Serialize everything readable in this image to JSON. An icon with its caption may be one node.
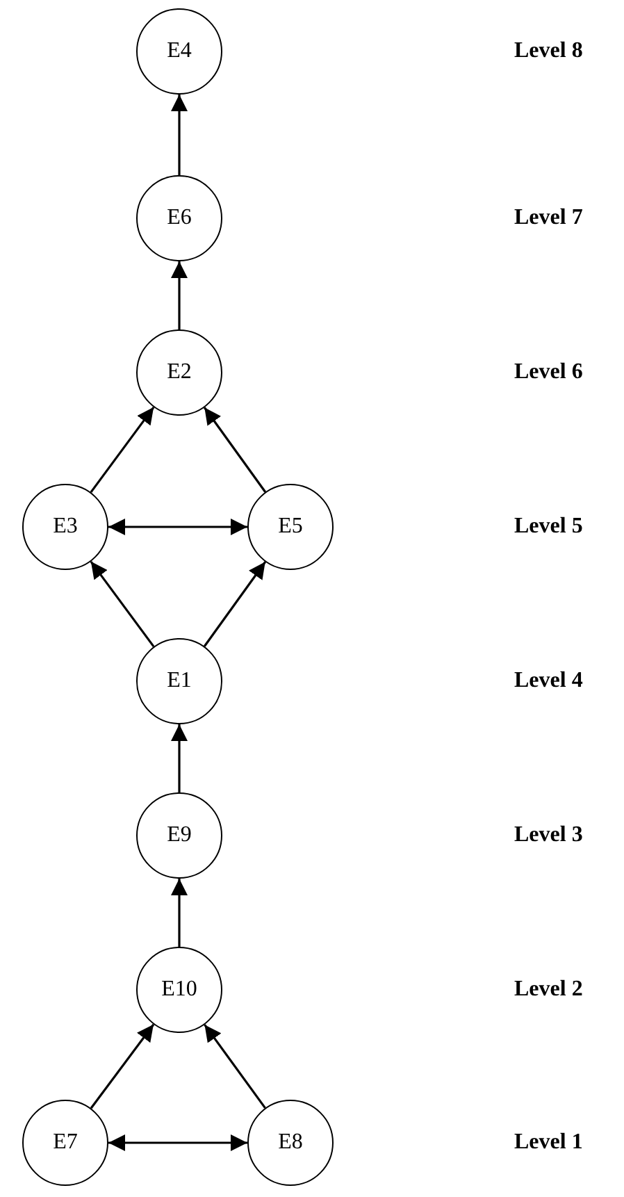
{
  "diagram": {
    "nodes": [
      {
        "text": [
          "E4"
        ]
      },
      {
        "text": [
          "E6"
        ]
      },
      {
        "text": [
          "E2"
        ]
      },
      {
        "text": [
          "E3"
        ]
      },
      {
        "text": [
          "E5"
        ]
      },
      {
        "text": [
          "E1"
        ]
      },
      {
        "text": [
          "E9"
        ]
      },
      {
        "text": [
          "E10"
        ]
      },
      {
        "text": [
          "E7"
        ]
      },
      {
        "text": [
          "E8"
        ]
      }
    ],
    "edges": [
      {
        "from": 1,
        "to": 0,
        "arrow": "to"
      },
      {
        "from": 2,
        "to": 1,
        "arrow": "to"
      },
      {
        "from": 3,
        "to": 2,
        "arrow": "to"
      },
      {
        "from": 4,
        "to": 2,
        "arrow": "to"
      },
      {
        "from": 3,
        "to": 4,
        "arrow": "both"
      },
      {
        "from": 5,
        "to": 3,
        "arrow": "to"
      },
      {
        "from": 5,
        "to": 4,
        "arrow": "to"
      },
      {
        "from": 6,
        "to": 5,
        "arrow": "to"
      },
      {
        "from": 7,
        "to": 6,
        "arrow": "to"
      },
      {
        "from": 8,
        "to": 7,
        "arrow": "to"
      },
      {
        "from": 9,
        "to": 7,
        "arrow": "to"
      },
      {
        "from": 8,
        "to": 9,
        "arrow": "both"
      }
    ],
    "labels": [
      "Level 8",
      "Level 7",
      "Level 6",
      "Level 5",
      "Level 4",
      "Level 3",
      "Level 2",
      "Level 1"
    ]
  }
}
